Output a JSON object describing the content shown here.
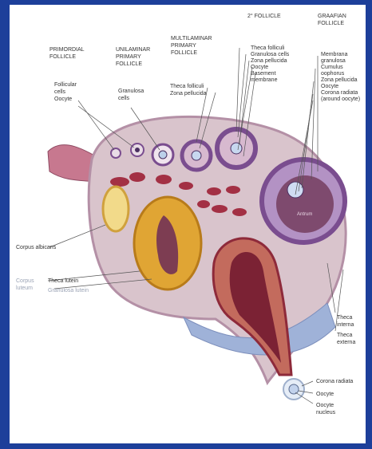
{
  "labels": {
    "primordial": [
      "PRIMORDIAL",
      "FOLLICLE"
    ],
    "follicular_cells": [
      "Follicular",
      "cells"
    ],
    "oocyte_primordial": "Oocyte",
    "unilaminar": [
      "UNILAMINAR",
      "PRIMARY",
      "FOLLICLE"
    ],
    "granulosa_cells": [
      "Granulosa",
      "cells"
    ],
    "multilaminar": [
      "MULTILAMINAR",
      "PRIMARY",
      "FOLLICLE"
    ],
    "theca_folliculi": "Theca folliculi",
    "zona_pellucida_multi": "Zona pellucida",
    "secondary": "2° FOLLICLE",
    "secondary_items": [
      "Theca folliculi",
      "Granulosa cells",
      "Zona pellucida",
      "Oocyte",
      "Basement",
      "membrane"
    ],
    "graafian": [
      "GRAAFIAN",
      "FOLLICLE"
    ],
    "graafian_items": [
      "Membrana",
      "granulosa",
      "Cumulus",
      "oophorus",
      "Zona pellucida",
      "Oocyte",
      "Corona radiata",
      "(around oocyte)"
    ],
    "antrum": "Antrum",
    "corpus_albicans": "Corpus albicans",
    "corpus_luteum": [
      "Corpus",
      "luteum"
    ],
    "theca_lutein": "Theca lutein",
    "granulosa_lutein": "Granulosa lutein",
    "theca_interna": [
      "Theca",
      "interna"
    ],
    "theca_externa": [
      "Theca",
      "externa"
    ],
    "corona_radiata_ovulated": "Corona radiata",
    "oocyte_ovulated": "Oocyte",
    "oocyte_nucleus": [
      "Oocyte",
      "nucleus"
    ]
  },
  "colors": {
    "frame": "#1d3f9a",
    "stroma": "#d9c4cc",
    "cortex_edge": "#b490a6",
    "follicle": "#7a4d8f",
    "corpus_luteum": "#e0a534",
    "ruptured": "#8e2a3a",
    "ligament": "#c7788f"
  }
}
